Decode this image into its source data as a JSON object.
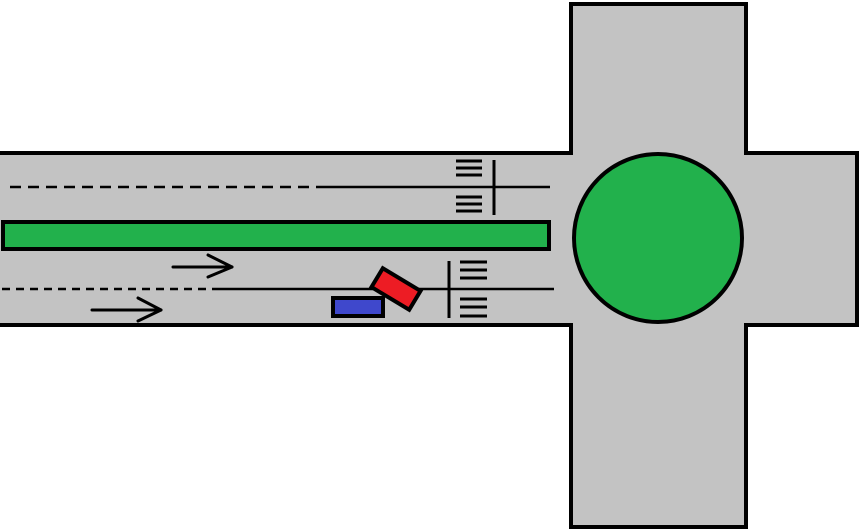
{
  "colors": {
    "background": "#ffffff",
    "road": "#c3c3c3",
    "outline": "#000000",
    "median": "#22b14c",
    "roundabout_island": "#22b14c",
    "car_red": "#ed1c24",
    "car_blue": "#3f48cc",
    "markings": "#000000"
  },
  "icons": {
    "direction_arrows": "arrow-right-icon"
  },
  "vehicles": [
    {
      "name": "red-car",
      "color_key": "car_red"
    },
    {
      "name": "blue-car",
      "color_key": "car_blue"
    }
  ]
}
